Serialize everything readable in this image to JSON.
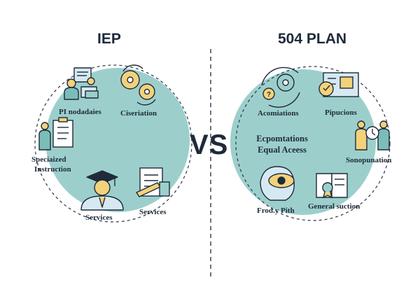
{
  "left": {
    "title": "IEP",
    "labels": {
      "pi_nodadaies": "PI nodadaies",
      "ciseriation": "Ciseriation",
      "specialized": "Speciaized",
      "instruction": "Instruction",
      "services_1": "Services",
      "services_2": "Services"
    }
  },
  "vs": "VS",
  "right": {
    "title": "504 PLAN",
    "labels": {
      "acomiations": "Acomiations",
      "pipucions": "Pipucions",
      "center_line1": "Ecpomtations",
      "center_line2": "Equal Aceess",
      "sonopunation": "Sonopunation",
      "frody_pith": "Frod.y Pith",
      "general_suction": "General suction"
    }
  },
  "colors": {
    "teal": "#9ccfcc",
    "teal_dark": "#7bbdb9",
    "navy": "#1f2a3a",
    "yellow": "#f2d27a",
    "light_blue": "#d6e9f2"
  }
}
